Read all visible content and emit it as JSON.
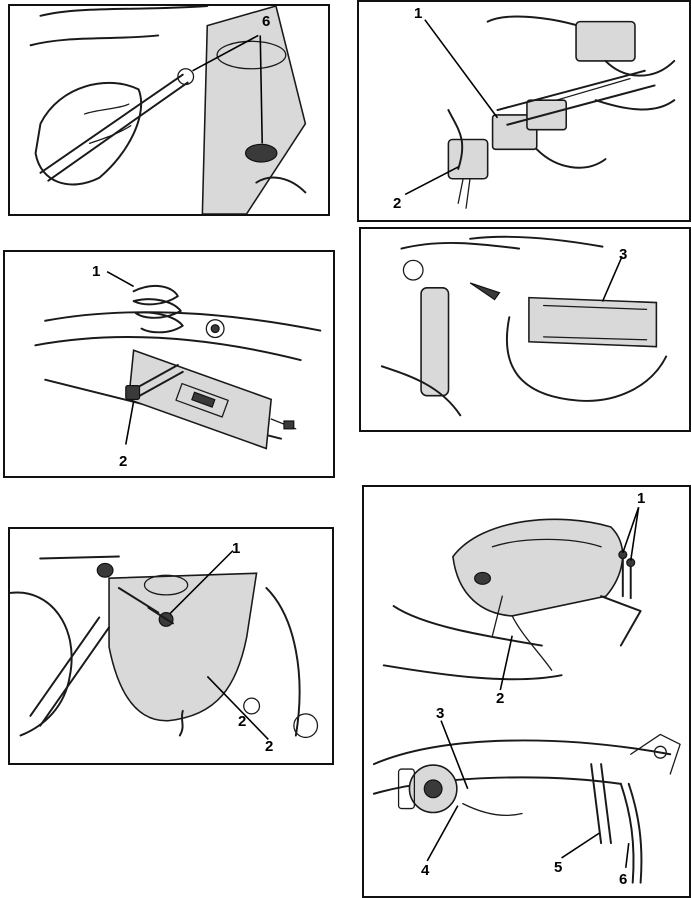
{
  "panels": {
    "fork_tube": {
      "labels": [
        "6"
      ]
    },
    "shock_bolt": {
      "labels": [
        "1",
        "2"
      ]
    },
    "side_cover": {
      "labels": [
        "1",
        "2",
        "2"
      ]
    },
    "relay_box": {
      "labels": [
        "1",
        "2"
      ]
    },
    "battery_box": {
      "labels": [
        "3"
      ]
    },
    "fuel_tank": {
      "labels": [
        "1",
        "2",
        "3",
        "4",
        "5",
        "6"
      ]
    }
  },
  "colors": {
    "line": "#1a1a1a",
    "panel_border": "#111111",
    "background": "#ffffff"
  }
}
